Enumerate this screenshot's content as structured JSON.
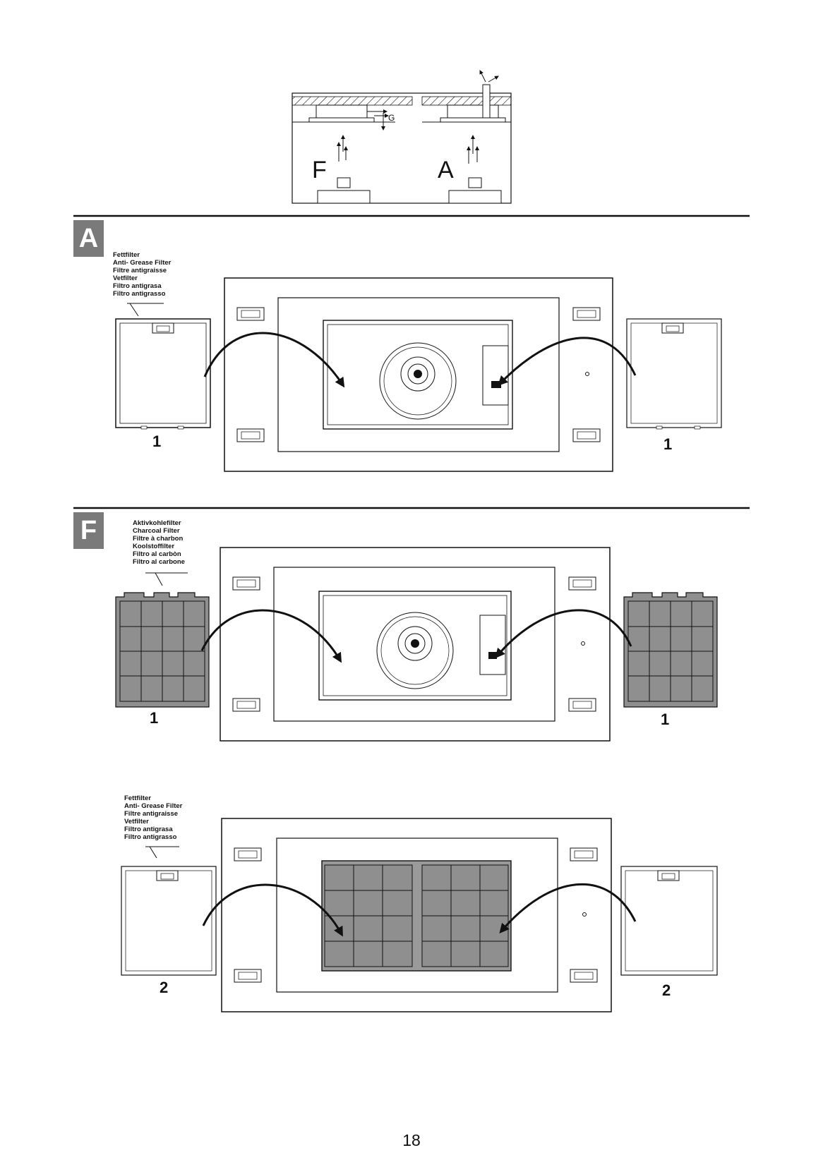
{
  "top_diagram": {
    "label_recirc": "F",
    "label_ducted": "A",
    "label_g": "G"
  },
  "section_a": {
    "badge": "A",
    "filter_labels": [
      "Fettfilter",
      "Anti- Grease Filter",
      "Filtre antigraisse",
      "Vetfilter",
      "Filtro antigrasa",
      "Filtro antigrasso"
    ],
    "num_left": "1",
    "num_right": "1"
  },
  "section_f": {
    "badge": "F",
    "filter_labels": [
      "Aktivkohlefilter",
      "Charcoal Filter",
      "Filtre à charbon",
      "Koolstoffilter",
      "Filtro al carbòn",
      "Filtro al carbone"
    ],
    "num_left": "1",
    "num_right": "1"
  },
  "section_f2": {
    "filter_labels": [
      "Fettfilter",
      "Anti- Grease Filter",
      "Filtre antigraisse",
      "Vetfilter",
      "Filtro antigrasa",
      "Filtro antigrasso"
    ],
    "num_left": "2",
    "num_right": "2"
  },
  "page_number": "18"
}
